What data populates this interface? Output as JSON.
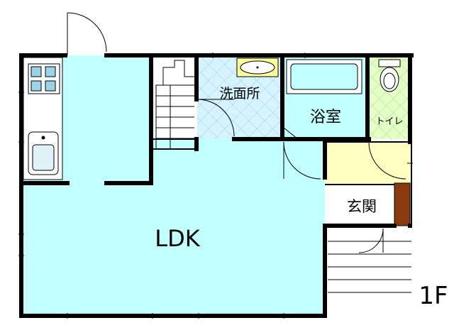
{
  "floor_label": "1F",
  "rooms": {
    "ldk": {
      "label": "LDK",
      "fill": "#c2ffff"
    },
    "washroom": {
      "label": "洗面所",
      "fill": "#d6f3ff"
    },
    "bathroom": {
      "label": "浴室",
      "fill": "#c2ffff"
    },
    "toilet": {
      "label": "トイレ",
      "fill": "#e4ffc8"
    },
    "entrance": {
      "label": "玄関",
      "fill": "#ffffc2"
    }
  },
  "colors": {
    "wall": "#000000",
    "shoe_cabinet": "#8b3a0f",
    "fixture_fill": "#ffff99",
    "tile_line": "#8fd3e8"
  }
}
